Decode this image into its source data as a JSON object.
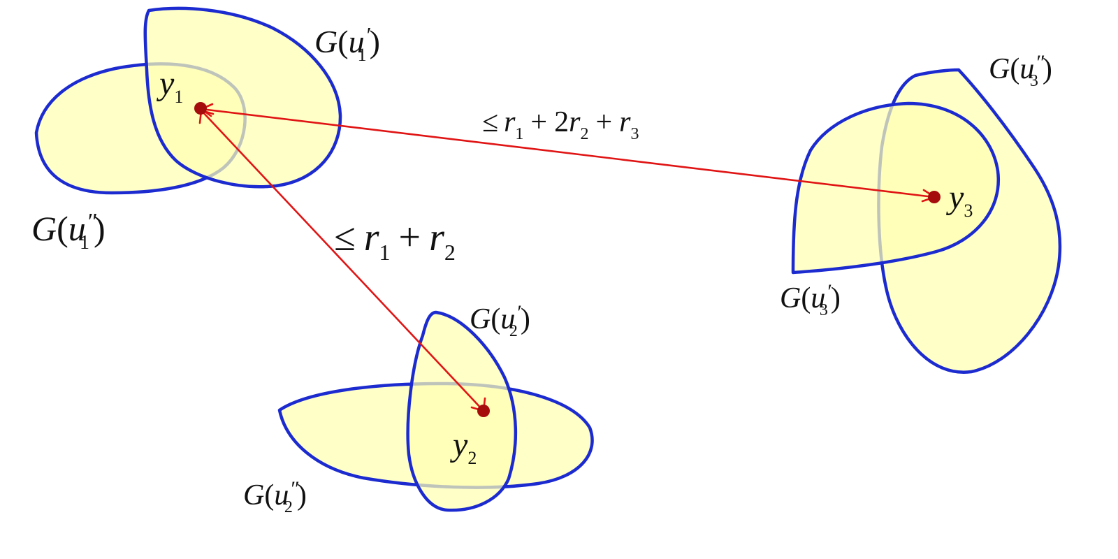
{
  "labels": {
    "g_u1_prime": {
      "letter": "G",
      "open": "(",
      "var": "u",
      "sub": "1",
      "prime": "′",
      "close": ")"
    },
    "g_u1_dprime": {
      "letter": "G",
      "open": "(",
      "var": "u",
      "sub": "1",
      "prime": "″",
      "close": ")"
    },
    "g_u2_prime": {
      "letter": "G",
      "open": "(",
      "var": "u",
      "sub": "2",
      "prime": "′",
      "close": ")"
    },
    "g_u2_dprime": {
      "letter": "G",
      "open": "(",
      "var": "u",
      "sub": "2",
      "prime": "″",
      "close": ")"
    },
    "g_u3_prime": {
      "letter": "G",
      "open": "(",
      "var": "u",
      "sub": "3",
      "prime": "′",
      "close": ")"
    },
    "g_u3_dprime": {
      "letter": "G",
      "open": "(",
      "var": "u",
      "sub": "3",
      "prime": "″",
      "close": ")"
    }
  },
  "points": {
    "y1": {
      "var": "y",
      "sub": "1"
    },
    "y2": {
      "var": "y",
      "sub": "2"
    },
    "y3": {
      "var": "y",
      "sub": "3"
    }
  },
  "distances": {
    "d12": {
      "leq": "≤",
      "r1": "r",
      "r1_sub": "1",
      "plus": "+",
      "r2": "r",
      "r2_sub": "2"
    },
    "d13": {
      "leq": "≤",
      "r1": "r",
      "r1_sub": "1",
      "plus1": "+",
      "coef": "2",
      "r2": "r",
      "r2_sub": "2",
      "plus2": "+",
      "r3": "r",
      "r3_sub": "3"
    }
  },
  "colors": {
    "region_fill": "#ffffb3",
    "region_stroke": "#1c2bd0",
    "arrow": "#e01414",
    "point": "#a50d0d"
  }
}
